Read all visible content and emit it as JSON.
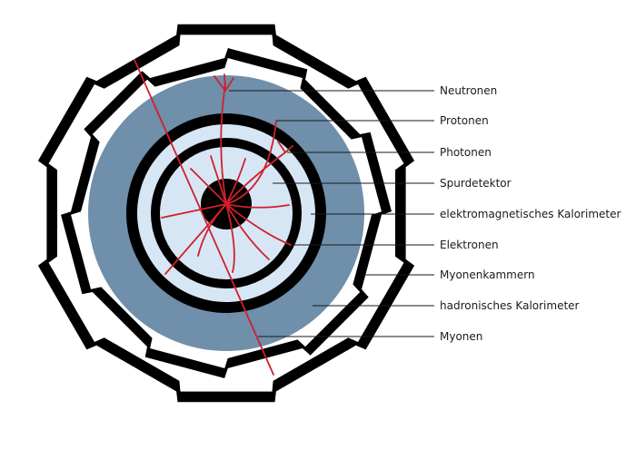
{
  "labels": {
    "neutronen": "Neutronen",
    "protonen": "Protonen",
    "photonen": "Photonen",
    "spurdetektor": "Spurdetektor",
    "em_kalorimeter": "elektromagnetisches Kalorimeter",
    "elektronen": "Elektronen",
    "myonenkammern": "Myonenkammern",
    "hadronisches_kalorimeter": "hadronisches Kalorimeter",
    "myonen": "Myonen"
  },
  "colors": {
    "hadronic_calorimeter": "#6f8fab",
    "em_calorimeter": "#d7e6f5",
    "solenoid_ring": "#000000",
    "muon_chamber": "#000000",
    "particle_track": "#d0202a",
    "leader_line": "#1a1a1a",
    "background": "#ffffff"
  }
}
